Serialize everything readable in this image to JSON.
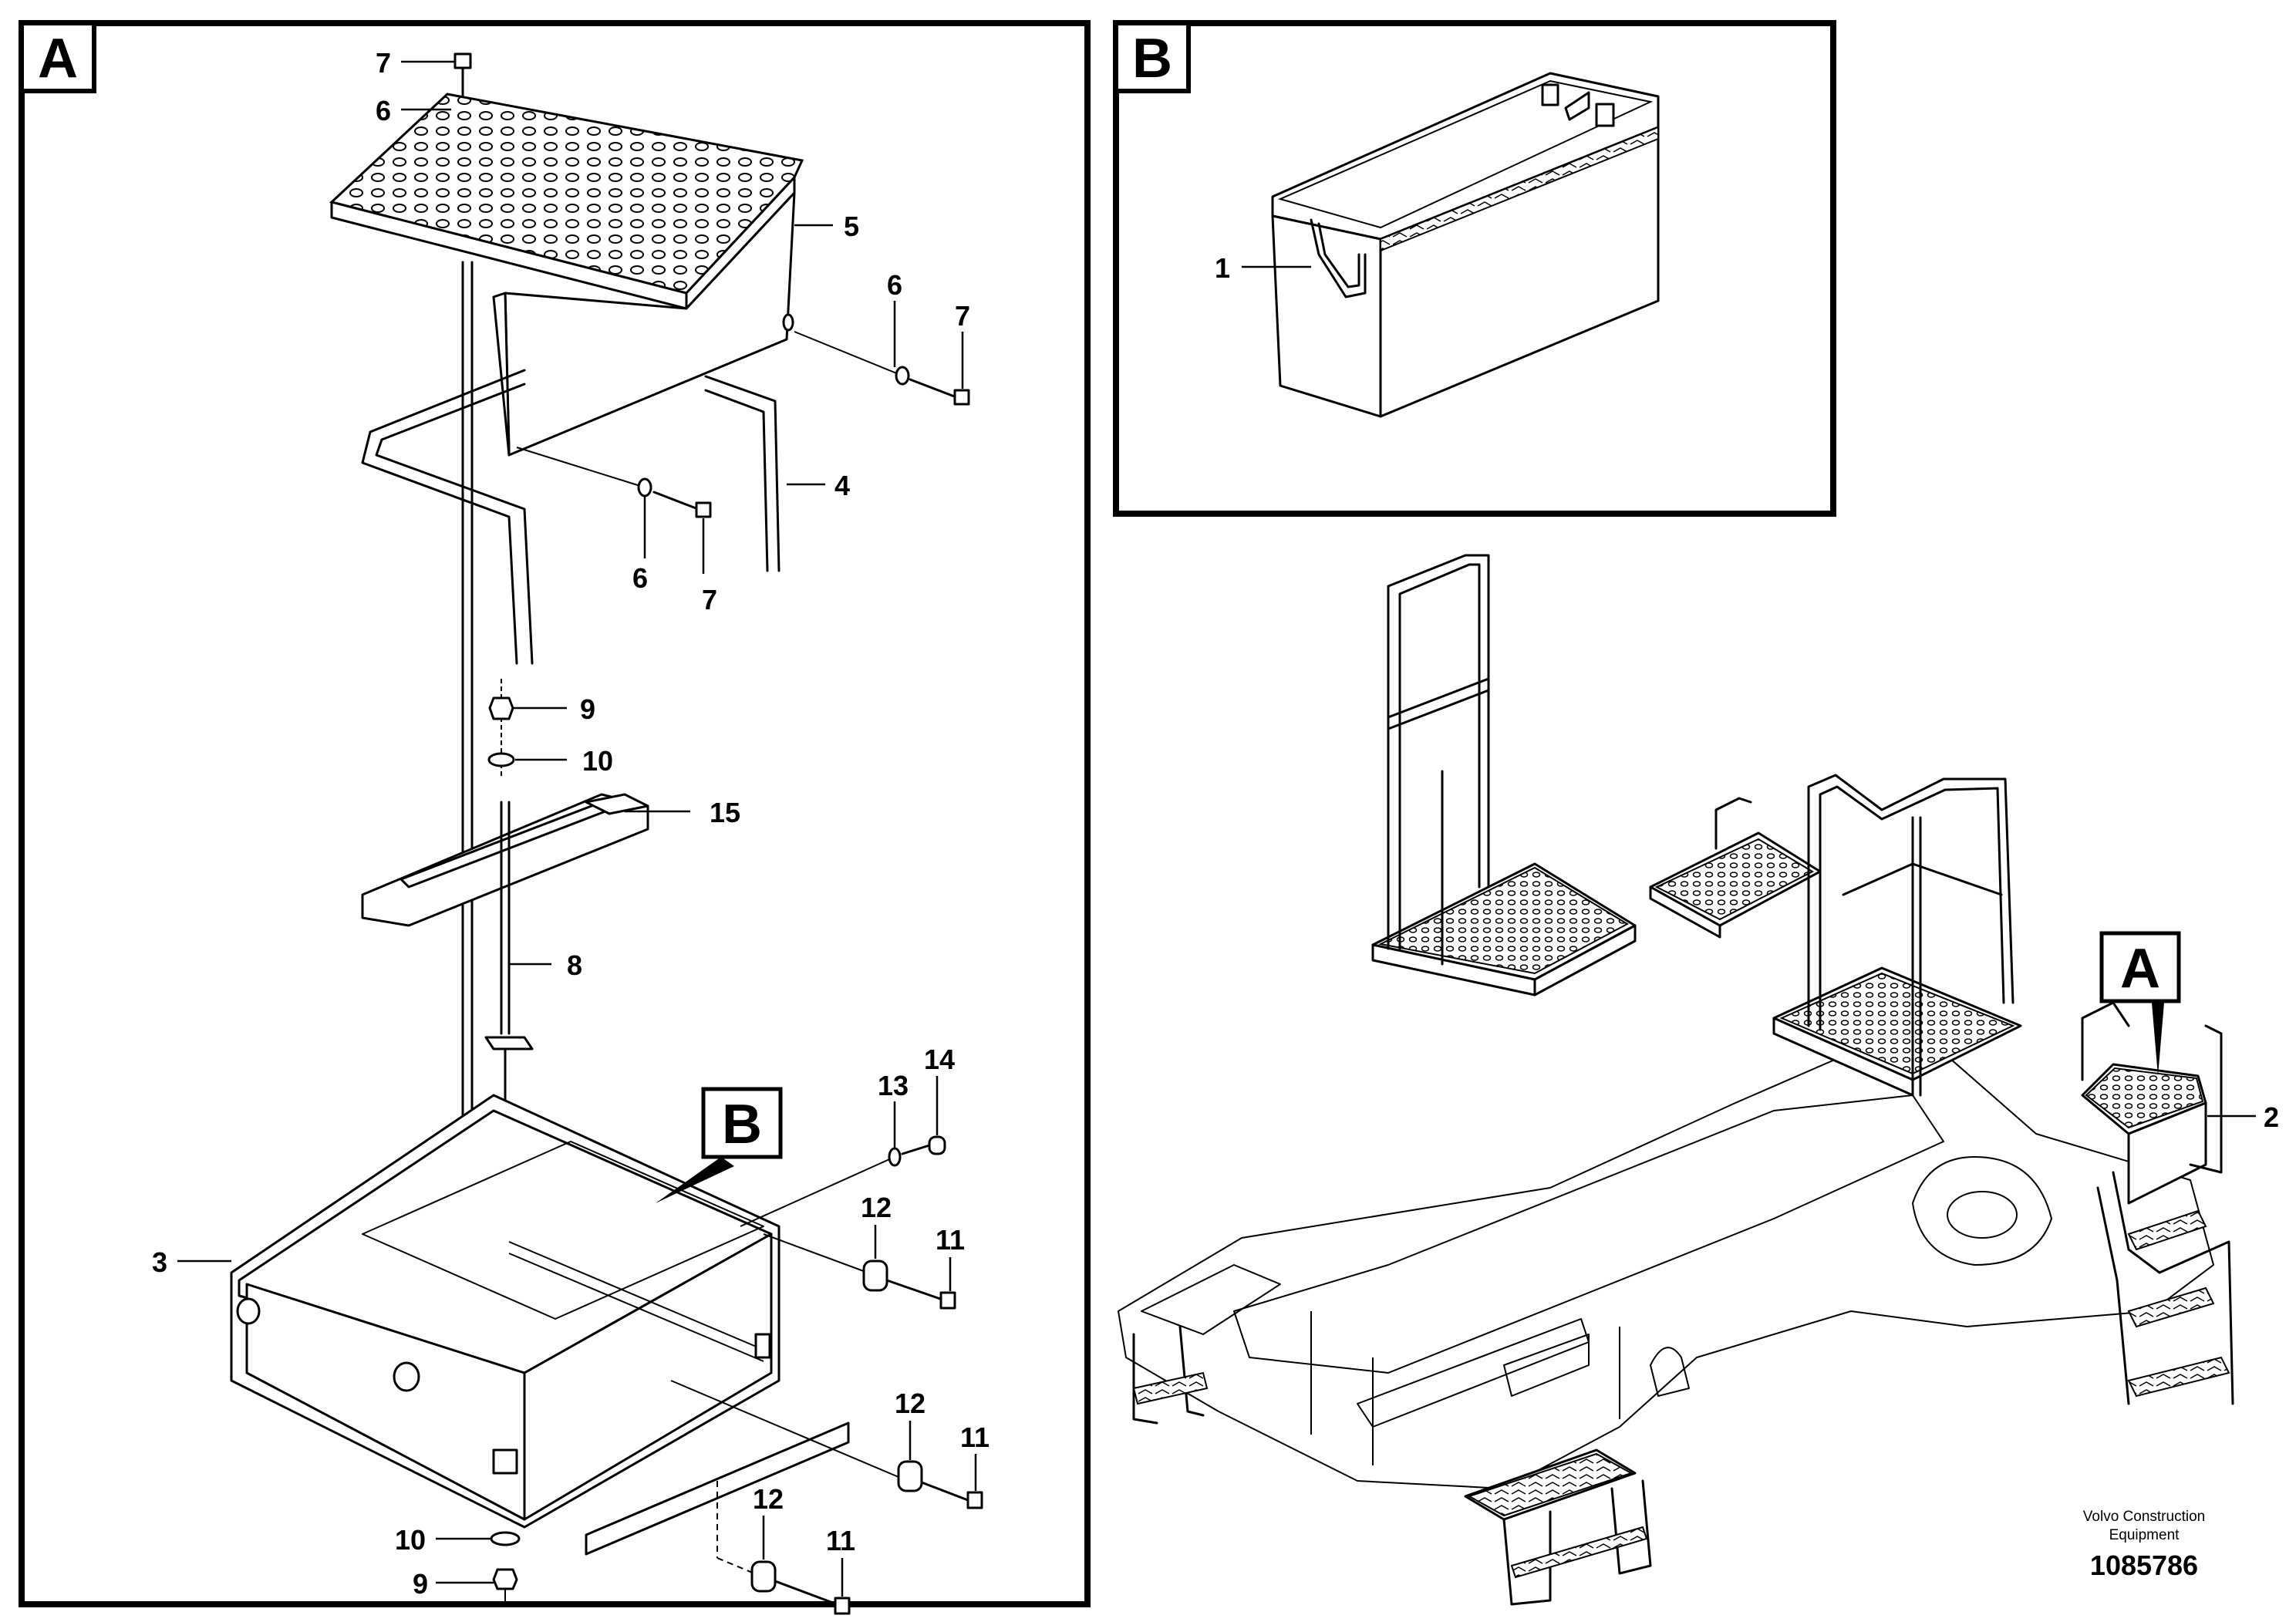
{
  "view_labels": {
    "a": "A",
    "b": "B",
    "b_ref": "B",
    "a_ref": "A"
  },
  "callouts": [
    "7",
    "6",
    "5",
    "6",
    "7",
    "4",
    "6",
    "7",
    "9",
    "10",
    "15",
    "8",
    "14",
    "13",
    "12",
    "11",
    "3",
    "12",
    "11",
    "12",
    "11",
    "10",
    "9",
    "1",
    "2"
  ],
  "footer": {
    "company_line1": "Volvo Construction",
    "company_line2": "Equipment",
    "drawing_number": "1085786"
  }
}
